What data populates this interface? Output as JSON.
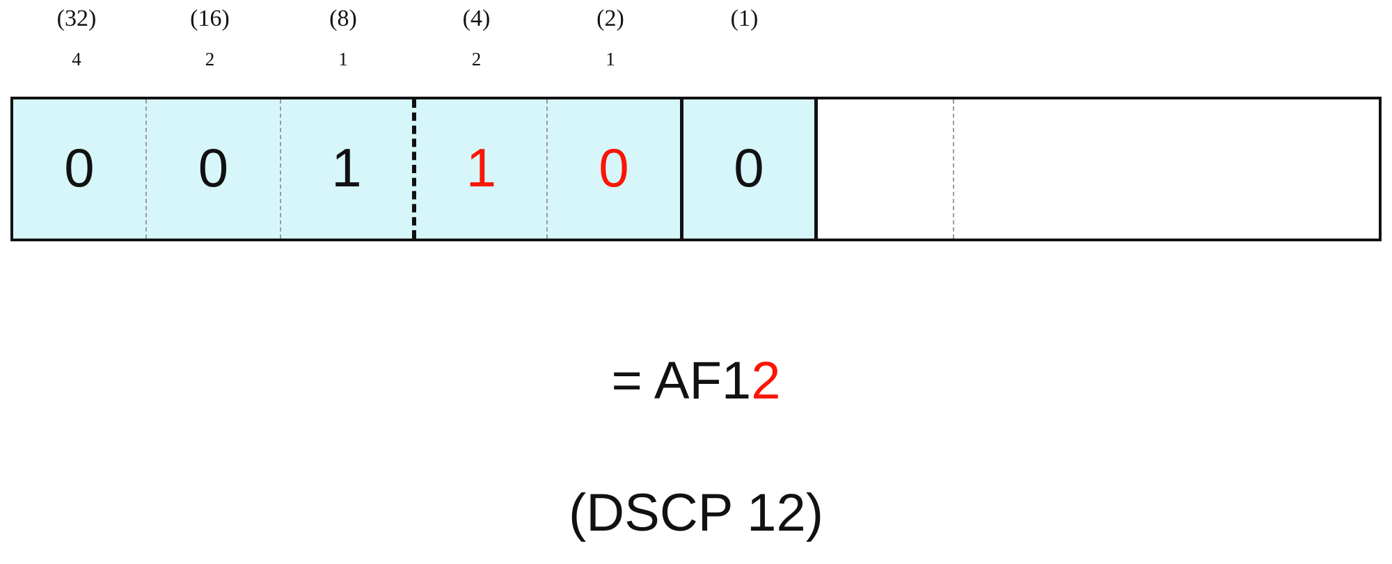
{
  "diagram": {
    "title": "DSCP bit field AF12",
    "accent_color": "#fa1505",
    "cell_fill_color": "#d6f6fa",
    "border_color": "#111111",
    "header_weights": [
      {
        "label": "(32)"
      },
      {
        "label": "(16)"
      },
      {
        "label": "(8)"
      },
      {
        "label": "(4)"
      },
      {
        "label": "(2)"
      },
      {
        "label": "(1)"
      }
    ],
    "header_counts": [
      {
        "label": "4"
      },
      {
        "label": "2"
      },
      {
        "label": "1"
      },
      {
        "label": "2"
      },
      {
        "label": "1"
      },
      {
        "label": ""
      }
    ],
    "bits": [
      {
        "value": "0",
        "color": "black",
        "filled": true,
        "separator": "none"
      },
      {
        "value": "0",
        "color": "black",
        "filled": true,
        "separator": "dash-light"
      },
      {
        "value": "1",
        "color": "black",
        "filled": true,
        "separator": "dash-light"
      },
      {
        "value": "1",
        "color": "red",
        "filled": true,
        "separator": "dash-bold"
      },
      {
        "value": "0",
        "color": "red",
        "filled": true,
        "separator": "dash-light"
      },
      {
        "value": "0",
        "color": "black",
        "filled": true,
        "separator": "solid"
      },
      {
        "value": "",
        "color": "black",
        "filled": false,
        "separator": "solid"
      },
      {
        "value": "",
        "color": "black",
        "filled": false,
        "separator": "dash-light"
      }
    ],
    "captions": {
      "hex_prefix": "= AF1",
      "hex_highlight": "2",
      "dscp": "(DSCP 12)"
    }
  }
}
